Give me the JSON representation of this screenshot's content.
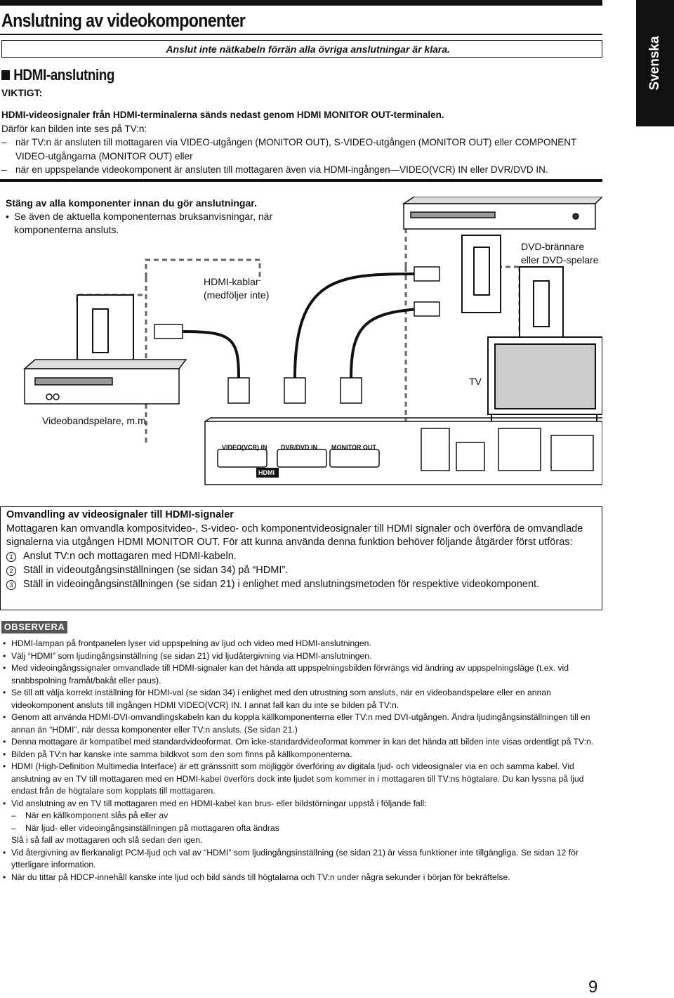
{
  "title": "Anslutning av videokomponenter",
  "warning": "Anslut inte nätkabeln förrän alla övriga anslutningar är klara.",
  "section_heading": "HDMI-anslutning",
  "important_label": "VIKTIGT:",
  "language_tab": "Svenska",
  "info": {
    "line1": "HDMI-videosignaler från HDMI-terminalerna sänds nedast genom HDMI MONITOR OUT-terminalen.",
    "line2": "Därför kan bilden inte ses på TV:n:",
    "dash_marker": "–",
    "dash1": "när TV:n är ansluten till mottagaren via VIDEO-utgången (MONITOR OUT), S-VIDEO-utgången (MONITOR OUT) eller COMPONENT VIDEO-utgångarna (MONITOR OUT) eller",
    "dash2": "när en uppspelande videokomponent är ansluten till mottagaren även via HDMI-ingången—VIDEO(VCR) IN eller DVR/DVD IN."
  },
  "turn_off": {
    "heading": "Stäng av alla komponenter innan du gör anslutningar.",
    "bullet": "Se även de aktuella komponenternas bruksanvisningar, när komponenterna ansluts."
  },
  "diagram": {
    "dvd_label": "DVD-brännare\neller DVD-spelare",
    "cable_label": "HDMI-kablar\n(medföljer inte)",
    "tv_label": "TV",
    "vcr_label": "Videobandspelare, m.m.",
    "port1": "VIDEO(VCR) IN",
    "port2": "DVR/DVD IN",
    "port3": "MONITOR OUT",
    "hdmi_badge": "HDMI"
  },
  "conversion": {
    "heading": "Omvandling av videosignaler till HDMI-signaler",
    "body": "Mottagaren kan omvandla kompositvideo-, S-video- och komponentvideosignaler till HDMI signaler och överföra de omvandlade signalerna via utgången HDMI MONITOR OUT. För att kunna använda denna funktion behöver följande åtgärder först utföras:",
    "steps": [
      {
        "num": "1",
        "text": "Anslut TV:n och mottagaren med HDMI-kabeln."
      },
      {
        "num": "2",
        "text": "Ställ in videoutgångsinställningen (se sidan 34) på “HDMI”."
      },
      {
        "num": "3",
        "text": "Ställ in videoingångsinställningen (se sidan 21) i enlighet med anslutningsmetoden för respektive videokomponent."
      }
    ]
  },
  "notes_label": "OBSERVERA",
  "bullet_marker": "•",
  "dash_marker": "–",
  "notes": [
    "HDMI-lampan på frontpanelen lyser vid uppspelning av ljud och video med HDMI-anslutningen.",
    "Välj “HDMI” som ljudingångsinställning (se sidan 21) vid ljudåtergivning via HDMI-anslutningen.",
    "Med videoingångssignaler omvandlade till HDMI-signaler kan det hända att uppspelningsbilden förvrängs vid ändring av uppspelningsläge (t.ex. vid snabbspolning framåt/bakåt eller paus).",
    "Se till att välja korrekt inställning för HDMI-val (se sidan 34) i enlighet med den utrustning som ansluts, när en videobandspelare eller en annan videokomponent ansluts till ingången HDMI VIDEO(VCR) IN. I annat fall kan du inte se bilden på TV:n.",
    "Genom att använda HDMI-DVI-omvandlingskabeln kan du koppla källkomponenterna eller TV:n med DVI-utgången. Ändra ljudingångsinställningen till en annan än “HDMI”, när dessa komponenter eller TV:n ansluts. (Se sidan 21.)",
    "Denna mottagare är kompatibel med standardvideoformat. Om icke-standardvideoformat kommer in kan det hända att bilden inte visas ordentligt på TV:n.",
    "Bilden på TV:n har kanske inte samma bildkvot som den som finns på källkomponenterna.",
    "HDMI (High-Definition Multimedia Interface) är ett gränssnitt som möjliggör överföring av digitala ljud- och videosignaler via en och samma kabel. Vid anslutning av en TV till mottagaren med en HDMI-kabel överförs dock inte ljudet som kommer in i mottagaren till TV:ns högtalare. Du kan lyssna på ljud endast från de högtalare som kopplats till mottagaren."
  ],
  "note_fall": {
    "text": "Vid anslutning av en TV till mottagaren med en HDMI-kabel kan brus- eller bildstörningar uppstå i följande fall:",
    "sub": [
      "När en källkomponent slås på eller av",
      "När ljud- eller videoingångsinställningen på mottagaren ofta ändras"
    ],
    "cont": "Slå i så fall av mottagaren och slå sedan den igen."
  },
  "notes_tail": [
    "Vid återgivning av flerkanaligt PCM-ljud och val av “HDMI” som ljudingångsinställning (se sidan 21) är vissa funktioner inte tillgängliga. Se sidan 12 för ytterligare information.",
    "När du tittar på HDCP-innehåll kanske inte ljud och bild sänds till högtalarna och TV:n under några sekunder i början för bekräftelse."
  ],
  "page_number": "9"
}
